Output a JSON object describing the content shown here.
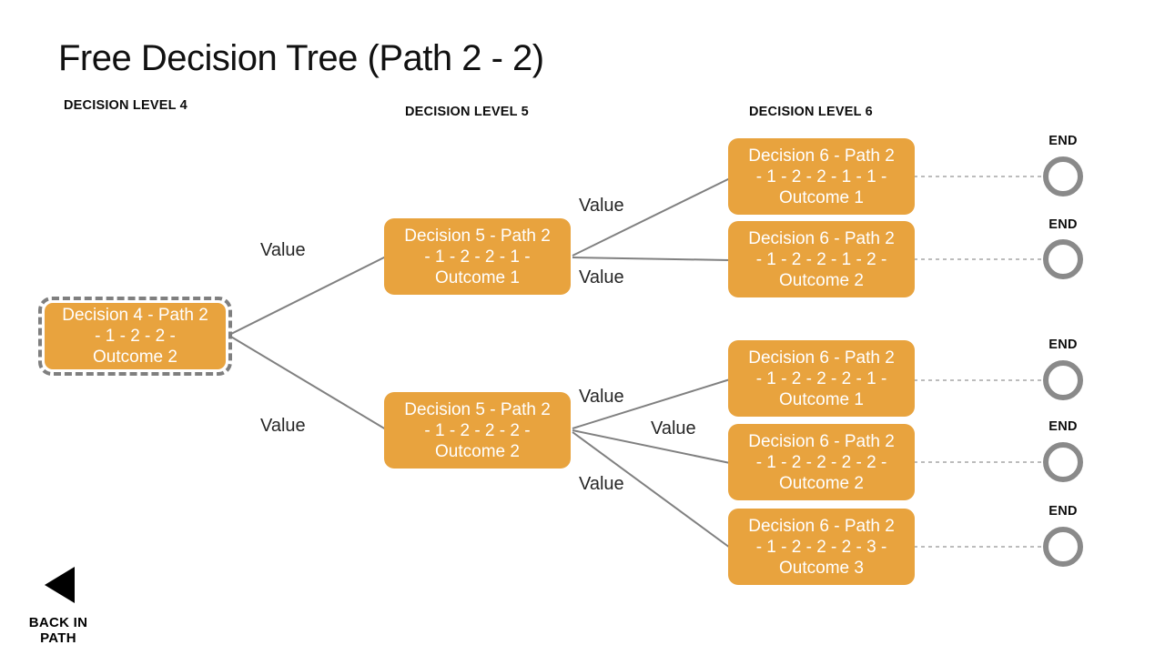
{
  "title": "Free Decision Tree (Path 2 - 2)",
  "column_headers": [
    {
      "label": "DECISION LEVEL 4"
    },
    {
      "label": "DECISION LEVEL 5"
    },
    {
      "label": "DECISION LEVEL 6"
    }
  ],
  "nodes": {
    "level4": [
      {
        "label": "Decision 4 - Path 2 - 1 - 2 - 2 - Outcome 2",
        "selected": true
      }
    ],
    "level5": [
      {
        "label": "Decision 5 - Path 2 - 1 - 2 - 2 - 1 - Outcome 1"
      },
      {
        "label": "Decision 5 - Path 2 - 1 - 2 - 2 - 2 - Outcome 2"
      }
    ],
    "level6": [
      {
        "label": "Decision 6 - Path 2 - 1 - 2 - 2 - 1 - 1 - Outcome 1"
      },
      {
        "label": "Decision 6 - Path 2 - 1 - 2 - 2 - 1 - 2 - Outcome 2"
      },
      {
        "label": "Decision 6 - Path 2 - 1 - 2 - 2 - 2 - 1 - Outcome 1"
      },
      {
        "label": "Decision 6 - Path 2 - 1 - 2 - 2 - 2 - 2 - Outcome 2"
      },
      {
        "label": "Decision 6 - Path 2 - 1 - 2 - 2 - 2 - 3 - Outcome 3"
      }
    ]
  },
  "edges": [
    {
      "label": "Value"
    },
    {
      "label": "Value"
    },
    {
      "label": "Value"
    },
    {
      "label": "Value"
    },
    {
      "label": "Value"
    },
    {
      "label": "Value"
    },
    {
      "label": "Value"
    }
  ],
  "ends": [
    {
      "label": "END"
    },
    {
      "label": "END"
    },
    {
      "label": "END"
    },
    {
      "label": "END"
    },
    {
      "label": "END"
    }
  ],
  "back_button": {
    "label": "BACK IN PATH"
  },
  "colors": {
    "node_fill": "#E8A33E",
    "node_text": "#FFFFFF",
    "connector": "#808080",
    "dashed_connector": "#A6A6A6",
    "selected_outline": "#7F7F7F",
    "end_ring": "#8A8A8A"
  }
}
